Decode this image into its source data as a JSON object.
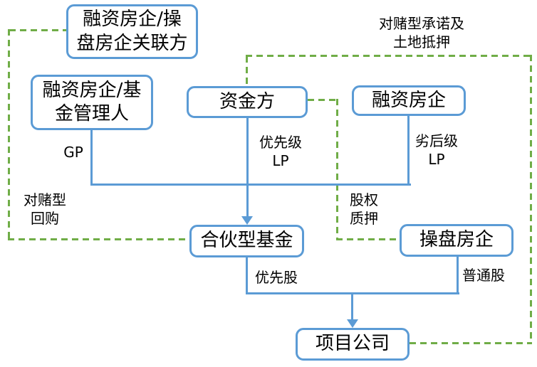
{
  "diagram": {
    "colors": {
      "node_border": "#5B9BD5",
      "solid_connector": "#5B9BD5",
      "dashed_connector": "#70AD47",
      "text": "#000000",
      "background": "#FFFFFF"
    },
    "nodes": {
      "related_party": {
        "label": "融资房企/操\n盘房企关联方"
      },
      "fund_manager": {
        "label": "融资房企/基\n金管理人"
      },
      "capital_provider": {
        "label": "资金方"
      },
      "financing_developer": {
        "label": "融资房企"
      },
      "partnership_fund": {
        "label": "合伙型基金"
      },
      "operating_developer": {
        "label": "操盘房企"
      },
      "project_company": {
        "label": "项目公司"
      }
    },
    "edge_labels": {
      "gp": "GP",
      "senior_lp": "优先级\nLP",
      "junior_lp": "劣后级\nLP",
      "vam_repurchase": "对赌型\n回购",
      "equity_pledge": "股权\n质押",
      "preferred_shares": "优先股",
      "common_shares": "普通股",
      "vam_guarantee": "对赌型承诺及\n土地抵押"
    }
  }
}
